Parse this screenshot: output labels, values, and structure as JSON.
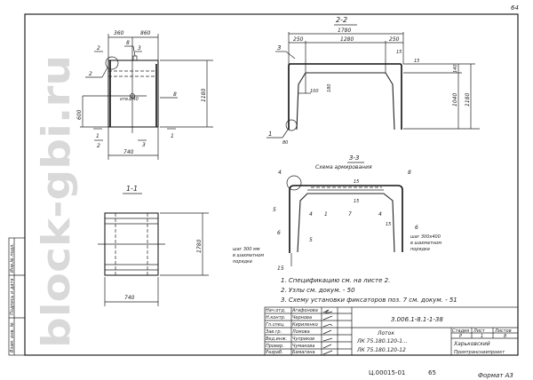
{
  "sheet": {
    "page_number_top": "64",
    "doc_code": "Ц.00015-01",
    "page_number_bottom": "65",
    "format": "Формат А3"
  },
  "watermark": "block-gbi.ru",
  "plan_view": {
    "dim_left": "360",
    "dim_right": "860",
    "dim_width": "740",
    "dim_height": "1180",
    "dim_side": "600",
    "hole": "отв.Ø40",
    "pos_8a": "8",
    "pos_8b": "8",
    "pos_2": "2",
    "cut_1a": "1",
    "cut_1b": "1",
    "cut_2a": "2",
    "cut_2b": "2",
    "cut_3a": "3",
    "cut_3b": "3"
  },
  "section_1_1": {
    "title": "1-1",
    "dim_height": "1780",
    "dim_width": "740"
  },
  "section_2_2": {
    "title": "2-2",
    "dim_total": "1780",
    "dim_left": "250",
    "dim_mid": "1280",
    "dim_right": "250",
    "dim_15a": "15",
    "dim_15b": "15",
    "dim_140": "140",
    "dim_1040": "1040",
    "dim_1180": "1180",
    "dim_100": "100",
    "dim_180": "180",
    "dim_80": "80",
    "pos_3": "3",
    "pos_1": "1"
  },
  "section_3_3": {
    "title": "3-3",
    "subtitle": "Схема армирования",
    "labels": [
      "4",
      "8",
      "15",
      "15",
      "5",
      "4",
      "1",
      "7",
      "4",
      "6",
      "15",
      "5",
      "6",
      "15"
    ],
    "note_left": [
      "шаг 300 мм",
      "в шахматном",
      "порядке"
    ],
    "note_right": [
      "шаг 300х400",
      "в шахматном",
      "порядке"
    ]
  },
  "notes": [
    "1. Спецификацию см. на листе 2.",
    "2. Узлы см. докум. - 50",
    "3. Схему установки фиксаторов поз. 7 см. докум. - 51"
  ],
  "title_block": {
    "roles": [
      "Нач.отд.",
      "Н.контр.",
      "Гл.спец.",
      "Зав.гр.",
      "Вед.инж.",
      "Провер.",
      "Разраб."
    ],
    "names": [
      "Агафонова",
      "Чернова",
      "Кириленко",
      "Ломова",
      "Чуприков",
      "Чумакова",
      "Бамагина"
    ],
    "designation": "3.006.1-8.1-1-38",
    "product": "Лоток",
    "marks": [
      "ЛК 75.180.120-1...",
      "ЛК 75.180.120-12"
    ],
    "stage_label": "Стадия",
    "sheet_label": "Лист",
    "sheets_label": "Листов",
    "stage": "Р",
    "sheet": "1",
    "sheets": "8",
    "org": [
      "Харьковский",
      "Промтрансниипроект"
    ]
  },
  "side_stamp": [
    "Инв.№ подл.",
    "Подпись и дата",
    "Взам. инв. №"
  ]
}
